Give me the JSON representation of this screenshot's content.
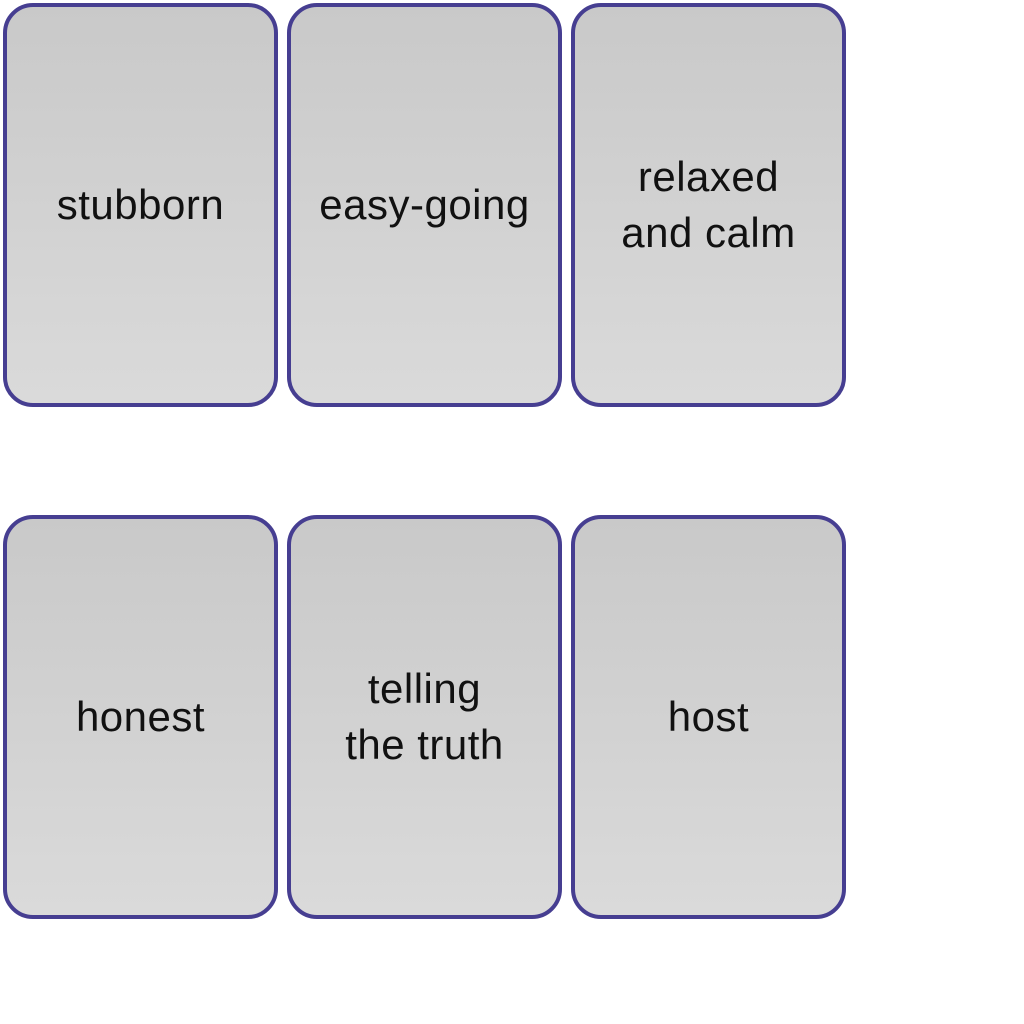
{
  "cards": [
    {
      "label": "stubborn"
    },
    {
      "label": "easy-going"
    },
    {
      "label": "relaxed\nand calm"
    },
    {
      "label": "honest"
    },
    {
      "label": "telling\nthe truth"
    },
    {
      "label": "host"
    }
  ],
  "colors": {
    "card_border": "#463e91",
    "card_fill_top": "#c9c9c9",
    "card_fill_bottom": "#dadada",
    "text": "#111111",
    "background": "#ffffff"
  }
}
